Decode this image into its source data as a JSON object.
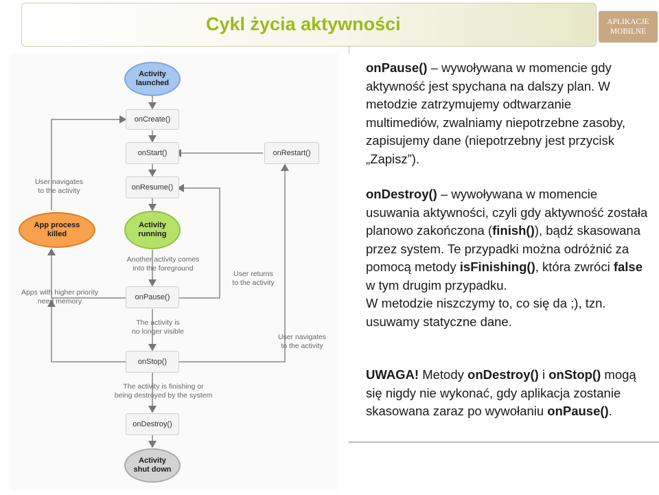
{
  "header": {
    "title": "Cykl życia aktywności",
    "badge_line1": "APLIKACJE",
    "badge_line2": "MOBILNE"
  },
  "diagram": {
    "activity_launched": [
      "Activity",
      "launched"
    ],
    "activity_running": [
      "Activity",
      "running"
    ],
    "activity_shut_down": [
      "Activity",
      "shut down"
    ],
    "app_process_killed": [
      "App process",
      "killed"
    ],
    "on_create": "onCreate()",
    "on_start": "onStart()",
    "on_restart": "onRestart()",
    "on_resume": "onResume()",
    "on_pause": "onPause()",
    "on_stop": "onStop()",
    "on_destroy": "onDestroy()",
    "note_user_navigates_to": [
      "User navigates",
      "to the activity"
    ],
    "note_higher_priority": [
      "Apps with higher priority",
      "need memory"
    ],
    "note_another_activity": [
      "Another activity comes",
      "into the foreground"
    ],
    "note_user_returns": [
      "User returns",
      "to the activity"
    ],
    "note_no_longer_visible": [
      "The activity is",
      "no longer visible"
    ],
    "note_user_navigates_to_2": [
      "User navigates",
      "to the activity"
    ],
    "note_finishing": [
      "The activity is finishing or",
      "being destroyed by the system"
    ]
  },
  "text": {
    "p1": {
      "method": "onPause()",
      "rest": " – wywoływana w momencie gdy aktywność jest spychana na dalszy plan. W metodzie zatrzymujemy odtwarzanie multimediów, zwalniamy niepotrzebne zasoby, zapisujemy dane (niepotrzebny jest przycisk „Zapisz”)."
    },
    "p2": {
      "method": "onDestroy()",
      "rest1": " – wywoływana w momencie usuwania aktywności, czyli gdy aktywność została planowo zakończona (",
      "finish": "finish()",
      "rest2": "), bądź skasowana przez system. Te przypadki można odróżnić za pomocą metody ",
      "isfinishing": "isFinishing()",
      "rest3": ", która zwróci ",
      "false_word": "false",
      "rest4": " w tym drugim przypadku.",
      "rest5": "W metodzie niszczymy to, co się da ;), tzn. usuwamy statyczne dane."
    },
    "p3": {
      "uwaga": "UWAGA!",
      "rest1": " Metody ",
      "ondestroy": "onDestroy()",
      "i": " i ",
      "onstop": "onStop()",
      "rest2": " mogą się nigdy nie wykonać, gdy aplikacja zostanie skasowana zaraz po wywołaniu ",
      "onpause": "onPause()",
      "dot": "."
    }
  }
}
